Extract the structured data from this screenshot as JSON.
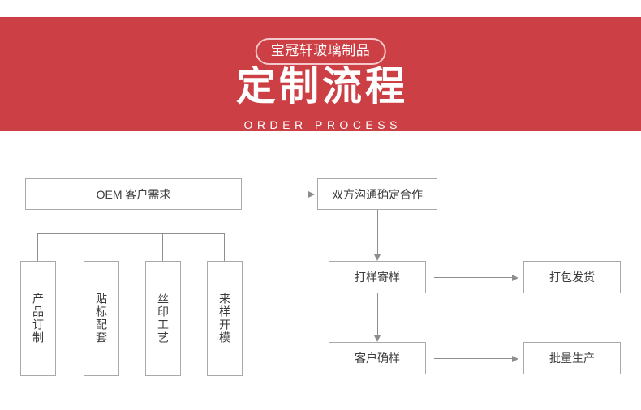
{
  "header": {
    "brand_badge": "宝冠轩玻璃制品",
    "title": "定制流程",
    "subtitle": "ORDER PROCESS",
    "background_color": "#cc4045",
    "text_color": "#ffffff"
  },
  "flowchart": {
    "border_color": "#a9a9a9",
    "line_color": "#8d8d8d",
    "nodes": {
      "oem": "OEM 客户需求",
      "agreement": "双方沟通确定合作",
      "sampling": "打样寄样",
      "packing": "打包发货",
      "confirm": "客户确样",
      "mass_production": "批量生产"
    },
    "options": [
      {
        "label": "产品订制"
      },
      {
        "label": "贴标配套"
      },
      {
        "label": "丝印工艺"
      },
      {
        "label": "来样开模"
      }
    ]
  }
}
